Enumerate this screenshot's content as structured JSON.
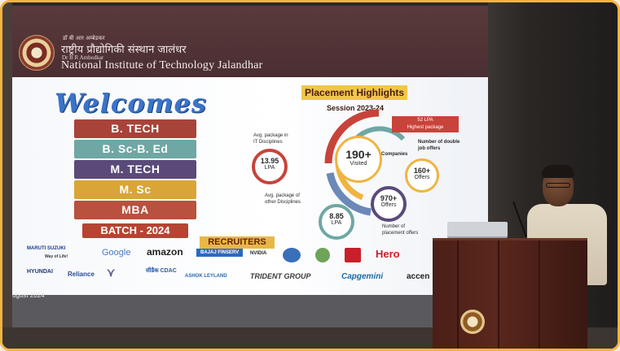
{
  "slide": {
    "hindi_line_small": "डॉ बी आर अम्बेडकर",
    "hindi_line_main": "राष्ट्रीय प्रौद्योगिकी संस्थान जालंधर",
    "english_small": "Dr B R Ambedkar",
    "institute_name": "National Institute of Technology Jalandhar",
    "welcome": "Welcomes",
    "programs": [
      {
        "label": "B. TECH",
        "color": "#a8433a"
      },
      {
        "label": "B. Sc-B. Ed",
        "color": "#6fa7a4"
      },
      {
        "label": "M. TECH",
        "color": "#5a4a7a"
      },
      {
        "label": "M. Sc",
        "color": "#d9a536"
      },
      {
        "label": "MBA",
        "color": "#b8513d"
      }
    ],
    "batch": "BATCH - 2024",
    "recruiters_title": "RECRUITERS",
    "date": "ugust 2024"
  },
  "placement": {
    "title": "Placement Highlights",
    "session": "Session 2023-24",
    "highest_tag": "52 LPA\nHighest package",
    "it_caption": "Avg. package in\nIT Disciplines",
    "it_value": "13.95",
    "it_unit": "LPA",
    "companies_value": "190+",
    "companies_sub": "Visited",
    "companies_label": "Companies",
    "double_caption": "Number of double\njob offers",
    "double_value": "160+",
    "double_unit": "Offers",
    "other_caption": "Avg. package of\nother Disciplines",
    "other_value": "8.85",
    "other_unit": "LPA",
    "offers_value": "970+",
    "offers_unit": "Offers",
    "offers_caption": "Number of\nplacement offers"
  },
  "recruiters": [
    {
      "name": "MARUTI SUZUKI",
      "color": "#1a3e8c"
    },
    {
      "name": "Way of Life!",
      "color": "#333333"
    },
    {
      "name": "Google",
      "color": "#4a78c9"
    },
    {
      "name": "amazon",
      "color": "#222222"
    },
    {
      "name": "BAJAJ FINSERV",
      "color": "#ffffff"
    },
    {
      "name": "NVIDIA",
      "color": "#222222"
    },
    {
      "name": "Hero",
      "color": "#c8202a"
    },
    {
      "name": "HYUNDAI",
      "color": "#1a3a73"
    },
    {
      "name": "Reliance",
      "color": "#2a4b8f"
    },
    {
      "name": "सीडैक CDAC",
      "color": "#2a5aa8"
    },
    {
      "name": "ASHOK LEYLAND",
      "color": "#2a6aa8"
    },
    {
      "name": "TRIDENT GROUP",
      "color": "#3a3a3a"
    },
    {
      "name": "Capgemini",
      "color": "#1b6aa8"
    },
    {
      "name": "accen",
      "color": "#222222"
    }
  ]
}
